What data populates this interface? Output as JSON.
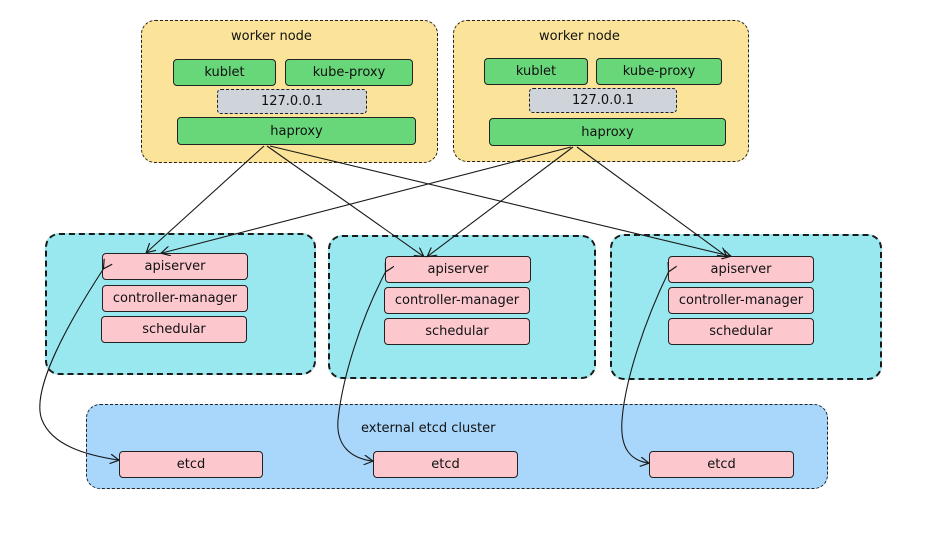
{
  "workers": [
    {
      "title": "worker node",
      "kublet": "kublet",
      "kube_proxy": "kube-proxy",
      "localhost": "127.0.0.1",
      "haproxy": "haproxy"
    },
    {
      "title": "worker node",
      "kublet": "kublet",
      "kube_proxy": "kube-proxy",
      "localhost": "127.0.0.1",
      "haproxy": "haproxy"
    }
  ],
  "control_planes": [
    {
      "apiserver": "apiserver",
      "controller_manager": "controller-manager",
      "scheduler": "schedular"
    },
    {
      "apiserver": "apiserver",
      "controller_manager": "controller-manager",
      "scheduler": "schedular"
    },
    {
      "apiserver": "apiserver",
      "controller_manager": "controller-manager",
      "scheduler": "schedular"
    }
  ],
  "etcd_cluster": {
    "title": "external etcd cluster",
    "nodes": [
      "etcd",
      "etcd",
      "etcd"
    ]
  },
  "colors": {
    "worker_bg": "#fbe49a",
    "control_plane_bg": "#9ae8ef",
    "etcd_cluster_bg": "#a9d7fb",
    "component_green": "#68d77a",
    "component_pink": "#fcc8ce",
    "localhost_gray": "#ced4da"
  }
}
